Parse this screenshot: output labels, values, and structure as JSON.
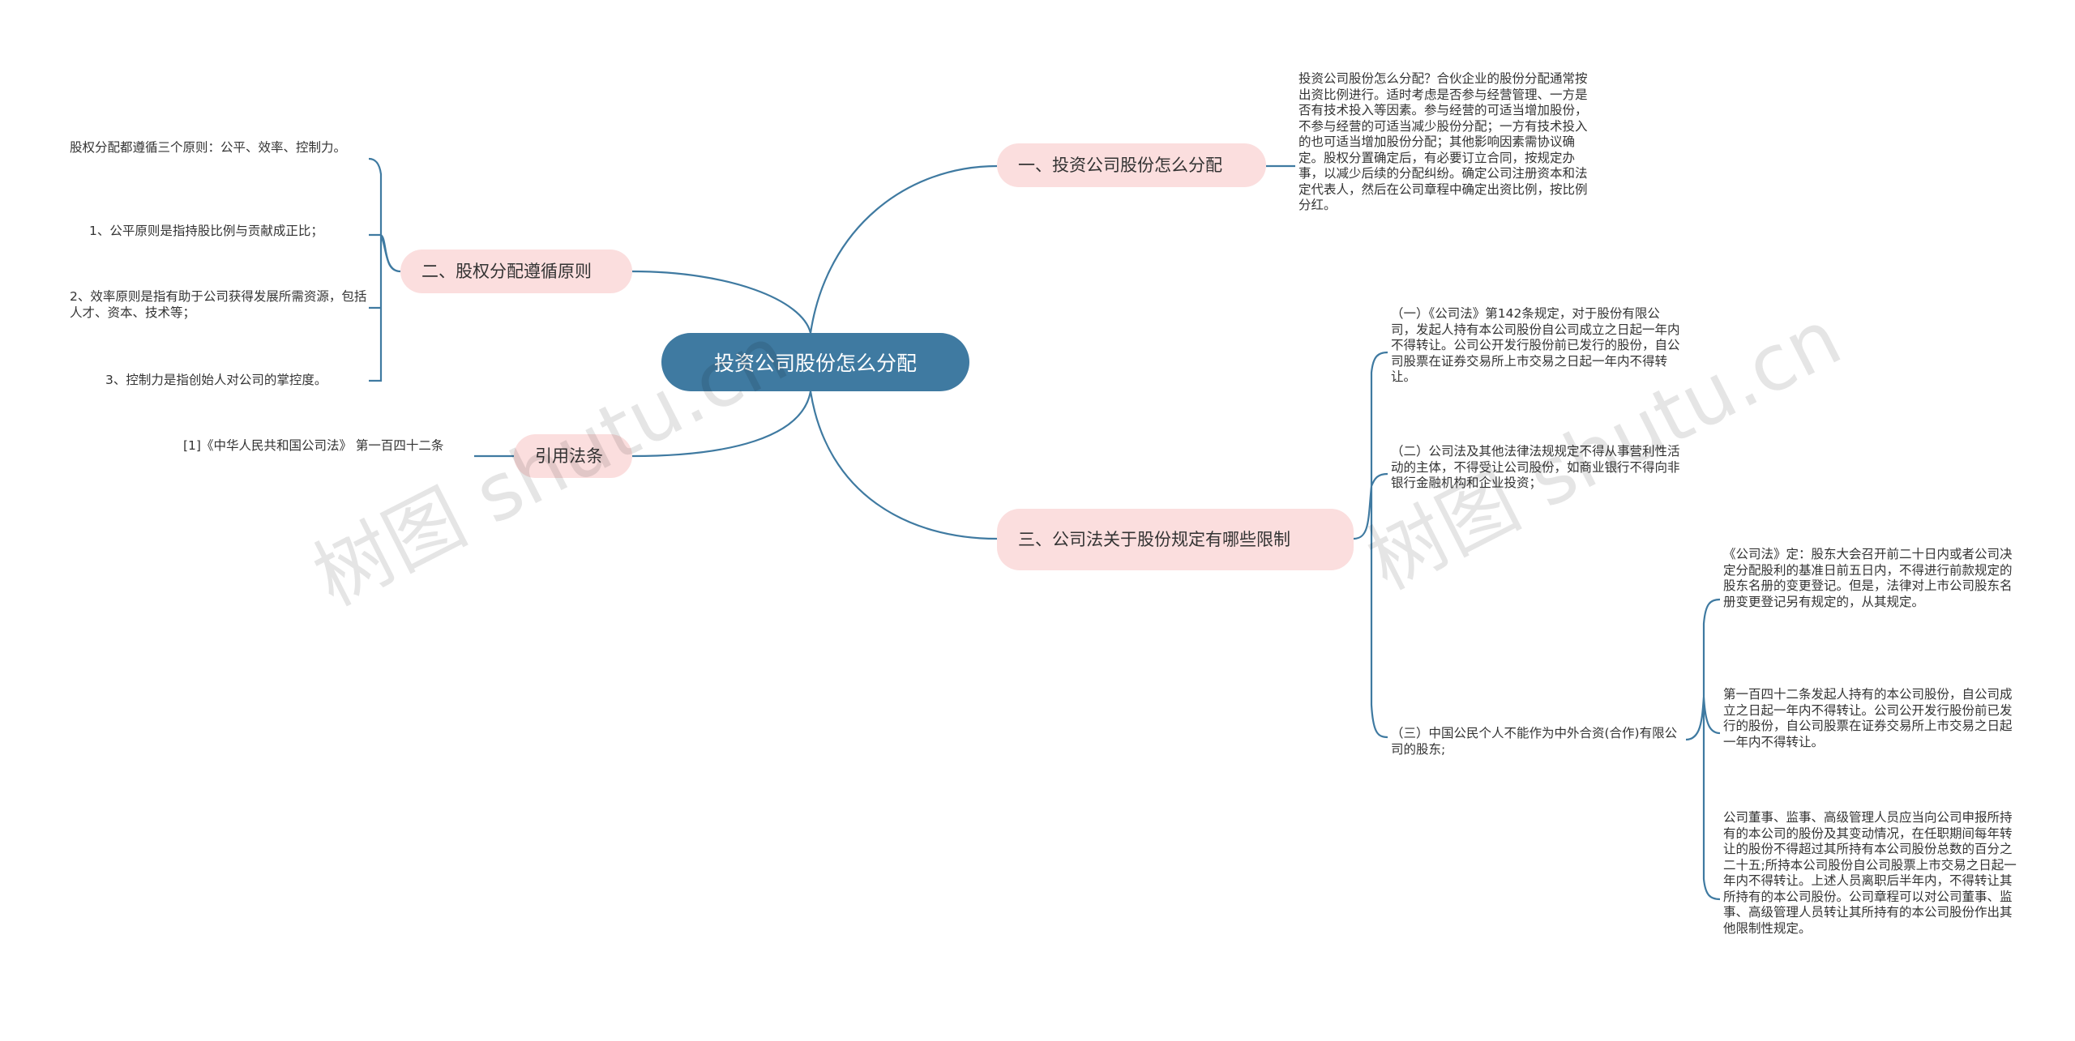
{
  "root": {
    "label": "投资公司股份怎么分配"
  },
  "branches": {
    "b1": {
      "label": "一、投资公司股份怎么分配",
      "leaf": "投资公司股份怎么分配？合伙企业的股份分配通常按出资比例进行。适时考虑是否参与经营管理、一方是否有技术投入等因素。参与经营的可适当增加股份，不参与经营的可适当减少股份分配；一方有技术投入的也可适当增加股份分配；其他影响因素需协议确定。股权分置确定后，有必要订立合同，按规定办事，以减少后续的分配纠纷。确定公司注册资本和法定代表人，然后在公司章程中确定出资比例，按比例分红。"
    },
    "b2": {
      "label": "二、股权分配遵循原则",
      "leaves": [
        "股权分配都遵循三个原则：公平、效率、控制力。",
        "1、公平原则是指持股比例与贡献成正比；",
        "2、效率原则是指有助于公司获得发展所需资源，包括人才、资本、技术等；",
        "3、控制力是指创始人对公司的掌控度。"
      ]
    },
    "b3": {
      "label": "引用法条",
      "leaf": "[1]《中华人民共和国公司法》 第一百四十二条"
    },
    "b4": {
      "label": "三、公司法关于股份规定有哪些限制",
      "leaves": [
        "（一）《公司法》第142条规定，对于股份有限公司，发起人持有本公司股份自公司成立之日起一年内不得转让。公司公开发行股份前已发行的股份，自公司股票在证券交易所上市交易之日起一年内不得转让。",
        "（二）公司法及其他法律法规规定不得从事营利性活动的主体，不得受让公司股份，如商业银行不得向非银行金融机构和企业投资；",
        "（三）中国公民个人不能作为中外合资(合作)有限公司的股东;"
      ],
      "subleaves": [
        "《公司法》定：股东大会召开前二十日内或者公司决定分配股利的基准日前五日内，不得进行前款规定的股东名册的变更登记。但是，法律对上市公司股东名册变更登记另有规定的，从其规定。",
        "第一百四十二条发起人持有的本公司股份，自公司成立之日起一年内不得转让。公司公开发行股份前已发行的股份，自公司股票在证券交易所上市交易之日起一年内不得转让。",
        "公司董事、监事、高级管理人员应当向公司申报所持有的本公司的股份及其变动情况，在任职期间每年转让的股份不得超过其所持有本公司股份总数的百分之二十五;所持本公司股份自公司股票上市交易之日起一年内不得转让。上述人员离职后半年内，不得转让其所持有的本公司股份。公司章程可以对公司董事、监事、高级管理人员转让其所持有的本公司股份作出其他限制性规定。"
      ]
    }
  },
  "watermarks": [
    "树图 shutu.cn",
    "树图 shutu.cn"
  ],
  "colors": {
    "root": "#3f7aa1",
    "branch": "#fbdede",
    "line": "#3f7aa1"
  }
}
